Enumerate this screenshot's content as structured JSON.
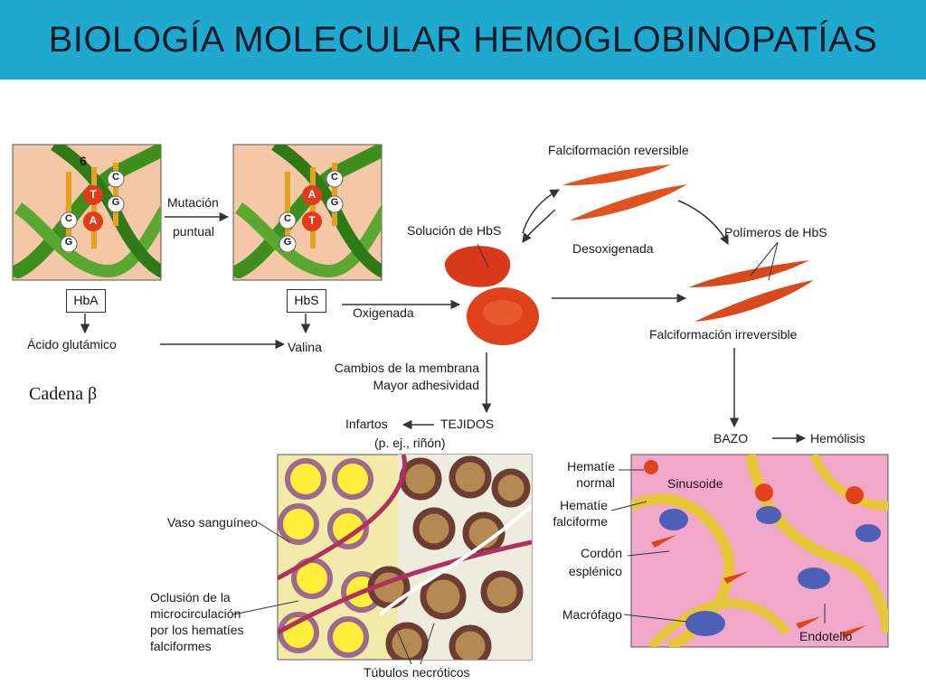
{
  "header": {
    "title": "BIOLOGÍA MOLECULAR HEMOGLOBINOPATÍAS"
  },
  "colors": {
    "header_bg": "#1fa9cf",
    "dna_panel_bg": "#f4c7a6",
    "dna_green": "#3f8f1f",
    "base_pair": "#e6a21f",
    "cell_red": "#e0421c",
    "tissue_bg": "#f3e9a8",
    "spleen_bg": "#f2a8c8"
  },
  "dna": {
    "number": "6",
    "normal_bases": {
      "top": [
        "C",
        "G"
      ],
      "mid": [
        "T",
        "A"
      ],
      "bottom": [
        "C",
        "G"
      ]
    },
    "mutant_bases": {
      "top": [
        "C",
        "G"
      ],
      "mid": [
        "A",
        "T"
      ],
      "bottom": [
        "C",
        "G"
      ]
    },
    "mutation_label_1": "Mutación",
    "mutation_label_2": "puntual",
    "hba": "HbA",
    "hbs": "HbS",
    "glutamic": "Ácido glutámico",
    "valine": "Valina",
    "chain": "Cadena β"
  },
  "labels": {
    "falc_reversible": "Falciformación reversible",
    "solution": "Solución de HbS",
    "deoxy": "Desoxigenada",
    "polymers": "Polímeros de HbS",
    "oxy": "Oxigenada",
    "falc_irreversible": "Falciformación irreversible",
    "membrane_1": "Cambios de la membrana",
    "membrane_2": "Mayor adhesividad",
    "infarcts": "Infartos",
    "tissues": "TEJIDOS",
    "kidney": "(p. ej., riñón)",
    "spleen": "BAZO",
    "hemolysis": "Hemólisis"
  },
  "tissue": {
    "vessel": "Vaso sanguíneo",
    "occlusion_1": "Oclusión de la",
    "occlusion_2": "microcirculación",
    "occlusion_3": "por los hematíes",
    "occlusion_4": "falciformes",
    "tubules": "Túbulos necróticos"
  },
  "spleen_panel": {
    "normal_1": "Hematíe",
    "normal_2": "normal",
    "sinusoid": "Sinusoide",
    "sickle_1": "Hematíe",
    "sickle_2": "falciforme",
    "cord_1": "Cordón",
    "cord_2": "esplénico",
    "macrophage": "Macrófago",
    "endothelium": "Endotelio"
  }
}
